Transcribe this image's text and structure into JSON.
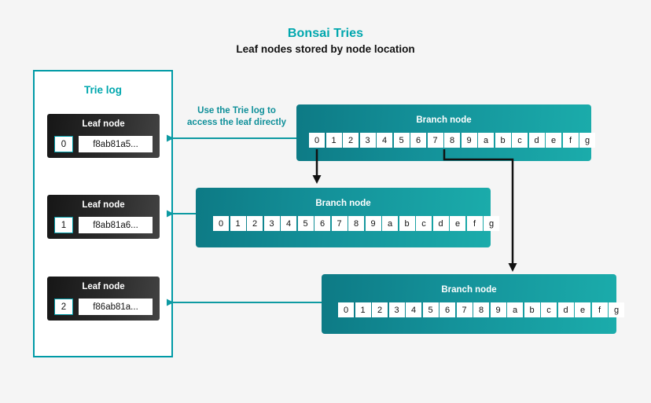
{
  "page": {
    "title": "Bonsai Tries",
    "subtitle": "Leaf nodes stored by node location",
    "background_color": "#f5f5f5",
    "accent_color": "#00a7ae",
    "teal_color": "#0e8f99",
    "leaf_color": "#262626"
  },
  "trie_log": {
    "label": "Trie log",
    "leaf_nodes": [
      {
        "title": "Leaf node",
        "index": "0",
        "hash": "f8ab81a5..."
      },
      {
        "title": "Leaf node",
        "index": "1",
        "hash": "f8ab81a6..."
      },
      {
        "title": "Leaf node",
        "index": "2",
        "hash": "f86ab81a..."
      }
    ]
  },
  "annotation": {
    "line1": "Use the Trie log to",
    "line2": "access the leaf directly"
  },
  "branch_nodes": [
    {
      "title": "Branch node",
      "cells": [
        "0",
        "1",
        "2",
        "3",
        "4",
        "5",
        "6",
        "7",
        "8",
        "9",
        "a",
        "b",
        "c",
        "d",
        "e",
        "f",
        "g"
      ]
    },
    {
      "title": "Branch node",
      "cells": [
        "0",
        "1",
        "2",
        "3",
        "4",
        "5",
        "6",
        "7",
        "8",
        "9",
        "a",
        "b",
        "c",
        "d",
        "e",
        "f",
        "g"
      ]
    },
    {
      "title": "Branch node",
      "cells": [
        "0",
        "1",
        "2",
        "3",
        "4",
        "5",
        "6",
        "7",
        "8",
        "9",
        "a",
        "b",
        "c",
        "d",
        "e",
        "f",
        "g"
      ]
    }
  ]
}
